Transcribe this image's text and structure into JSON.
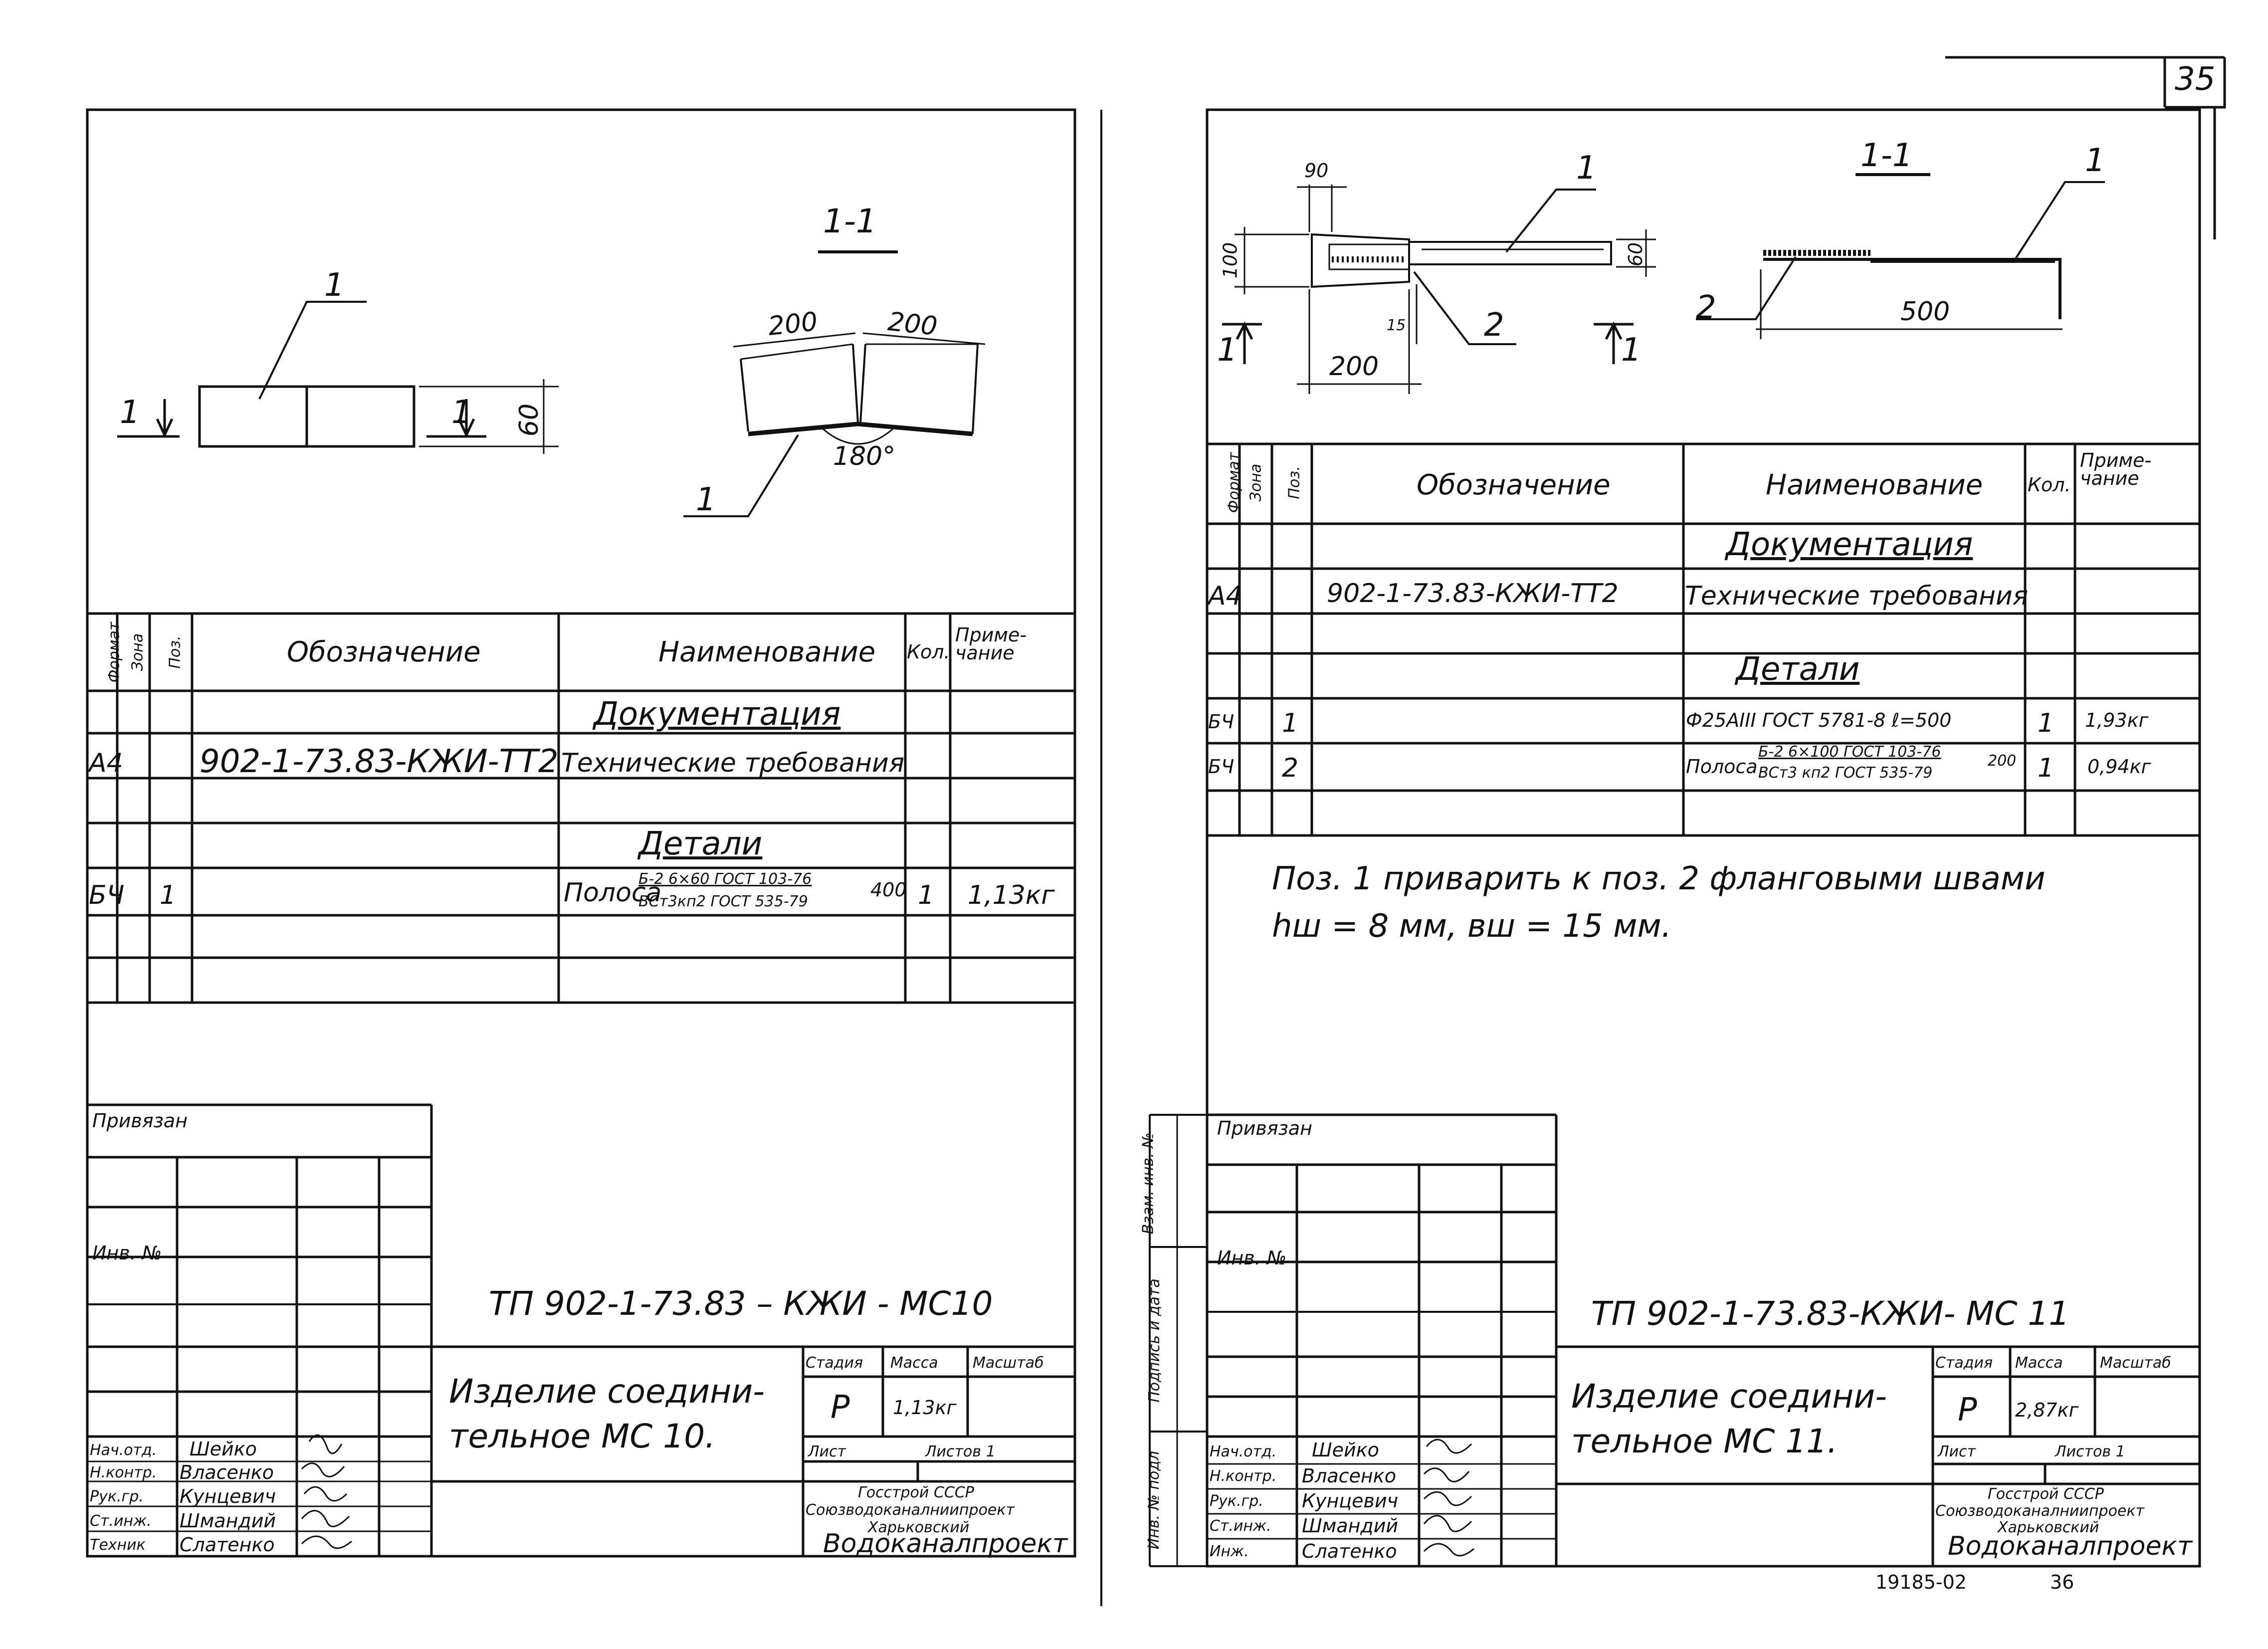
{
  "page_number": "35",
  "bottom_code": "19185-02",
  "bottom_page": "36",
  "spec_headers": {
    "format": "Формат",
    "zone": "Зона",
    "pos": "Поз.",
    "designation": "Обозначение",
    "name": "Наименование",
    "qty": "Кол.",
    "note": "Приме-\nчание"
  },
  "side_stamps": [
    "Инв. № подл",
    "Подпись и дата",
    "Взам. инв. №"
  ],
  "left_sheet": {
    "section_label": "1-1",
    "callout_1": "1",
    "callout_1b": "1",
    "cut_label_left": "1",
    "cut_label_right": "1",
    "dim_60": "60",
    "dim_200a": "200",
    "dim_200b": "200",
    "angle": "180°",
    "spec_rows": [
      {
        "format": "",
        "zone": "",
        "pos": "",
        "designation": "",
        "name": "Документация",
        "qty": "",
        "note": ""
      },
      {
        "format": "А4",
        "zone": "",
        "pos": "",
        "designation": "902-1-73.83-КЖИ-ТТ2",
        "name": "Технические требования",
        "qty": "",
        "note": ""
      },
      {
        "format": "",
        "zone": "",
        "pos": "",
        "designation": "",
        "name": "Детали",
        "qty": "",
        "note": ""
      },
      {
        "format": "БЧ",
        "zone": "",
        "pos": "1",
        "designation": "",
        "name": "Полоса",
        "name_top": "Б-2 6×60 ГОСТ 103-76",
        "name_bottom": "ВСт3кп2 ГОСТ 535-79",
        "name_len": "400",
        "qty": "1",
        "note": "1,13кг"
      }
    ],
    "privyazan": "Привязан",
    "inv": "Инв. №",
    "doc_code": "ТП 902-1-73.83 – КЖИ - МС10",
    "title": "Изделие соедини-\nтельное МС 10.",
    "stage_label": "Стадия",
    "mass_label": "Масса",
    "scale_label": "Масштаб",
    "stage": "Р",
    "mass": "1,13кг",
    "sheet_label": "Лист",
    "sheets_label": "Листов 1",
    "org": [
      "Госстрой СССР",
      "Союзводоканалниипроект",
      "Харьковский",
      "Водоканалпроект"
    ],
    "signers": [
      {
        "role": "Нач.отд.",
        "name": "Шейко"
      },
      {
        "role": "Н.контр.",
        "name": "Власенко"
      },
      {
        "role": "Рук.гр.",
        "name": "Кунцевич"
      },
      {
        "role": "Ст.инж.",
        "name": "Шмандий"
      },
      {
        "role": "Техник",
        "name": "Слатенко"
      }
    ]
  },
  "right_sheet": {
    "section_label": "1-1",
    "callout_1a": "1",
    "callout_1b": "1",
    "callout_2a": "2",
    "callout_2b": "2",
    "cut_left": "1",
    "cut_right": "1",
    "dim_90": "90",
    "dim_100": "100",
    "dim_60": "60",
    "dim_15": "15",
    "dim_200": "200",
    "dim_500": "500",
    "spec_rows": [
      {
        "format": "",
        "zone": "",
        "pos": "",
        "designation": "",
        "name": "Документация",
        "qty": "",
        "note": ""
      },
      {
        "format": "А4",
        "zone": "",
        "pos": "",
        "designation": "902-1-73.83-КЖИ-ТТ2",
        "name": "Технические требования",
        "qty": "",
        "note": ""
      },
      {
        "format": "",
        "zone": "",
        "pos": "",
        "designation": "",
        "name": "Детали",
        "qty": "",
        "note": ""
      },
      {
        "format": "БЧ",
        "zone": "",
        "pos": "1",
        "designation": "",
        "name": "Ф25АIII ГОСТ 5781-8  ℓ=500",
        "qty": "1",
        "note": "1,93кг"
      },
      {
        "format": "БЧ",
        "zone": "",
        "pos": "2",
        "designation": "",
        "name": "Полоса",
        "name_top": "Б-2 6×100 ГОСТ 103-76",
        "name_bottom": "ВСт3 кп2 ГОСТ 535-79",
        "name_len": "200",
        "qty": "1",
        "note": "0,94кг"
      }
    ],
    "note_line1": "Поз. 1 приварить к поз. 2 фланговыми швами",
    "note_line2": "hш = 8 мм,  вш = 15 мм.",
    "privyazan": "Привязан",
    "inv": "Инв. №",
    "doc_code": "ТП 902-1-73.83-КЖИ- МС 11",
    "title": "Изделие соедини-\nтельное МС 11.",
    "stage_label": "Стадия",
    "mass_label": "Масса",
    "scale_label": "Масштаб",
    "stage": "Р",
    "mass": "2,87кг",
    "sheet_label": "Лист",
    "sheets_label": "Листов 1",
    "org": [
      "Госстрой СССР",
      "Союзводоканалниипроект",
      "Харьковский",
      "Водоканалпроект"
    ],
    "signers": [
      {
        "role": "Нач.отд.",
        "name": "Шейко"
      },
      {
        "role": "Н.контр.",
        "name": "Власенко"
      },
      {
        "role": "Рук.гр.",
        "name": "Кунцевич"
      },
      {
        "role": "Ст.инж.",
        "name": "Шмандий"
      },
      {
        "role": "Инж.",
        "name": "Слатенко"
      }
    ]
  }
}
